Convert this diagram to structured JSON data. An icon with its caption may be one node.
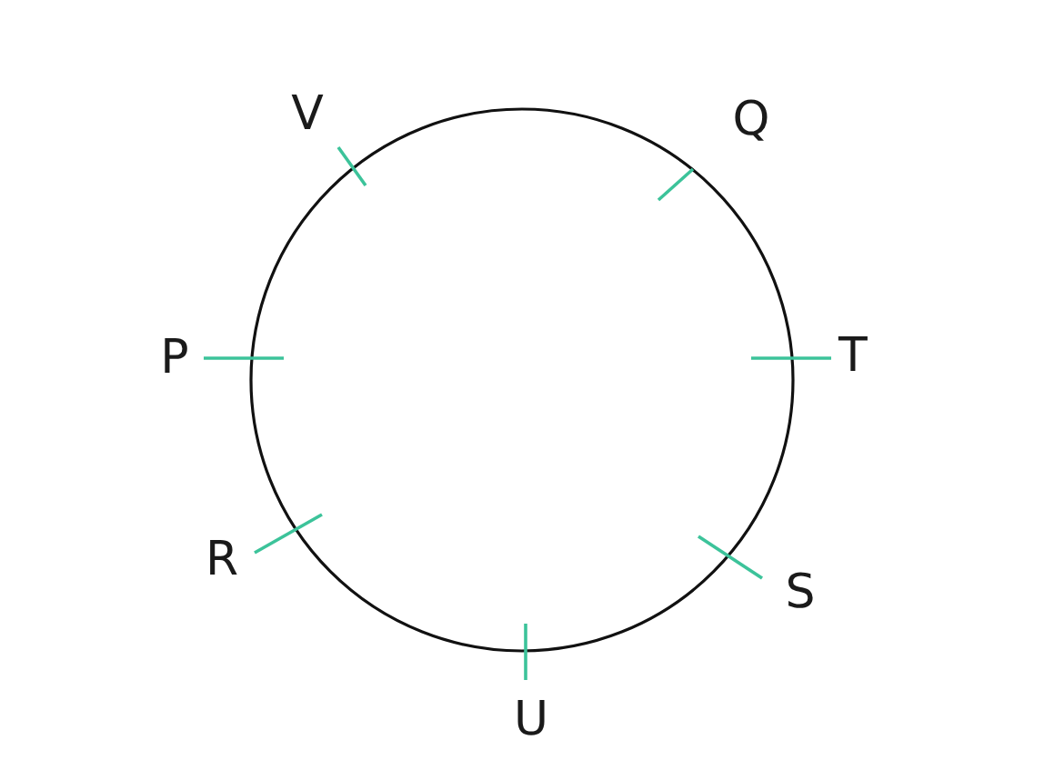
{
  "diagram": {
    "labels": [
      "V",
      "Q",
      "P",
      "T",
      "R",
      "S",
      "U"
    ]
  }
}
